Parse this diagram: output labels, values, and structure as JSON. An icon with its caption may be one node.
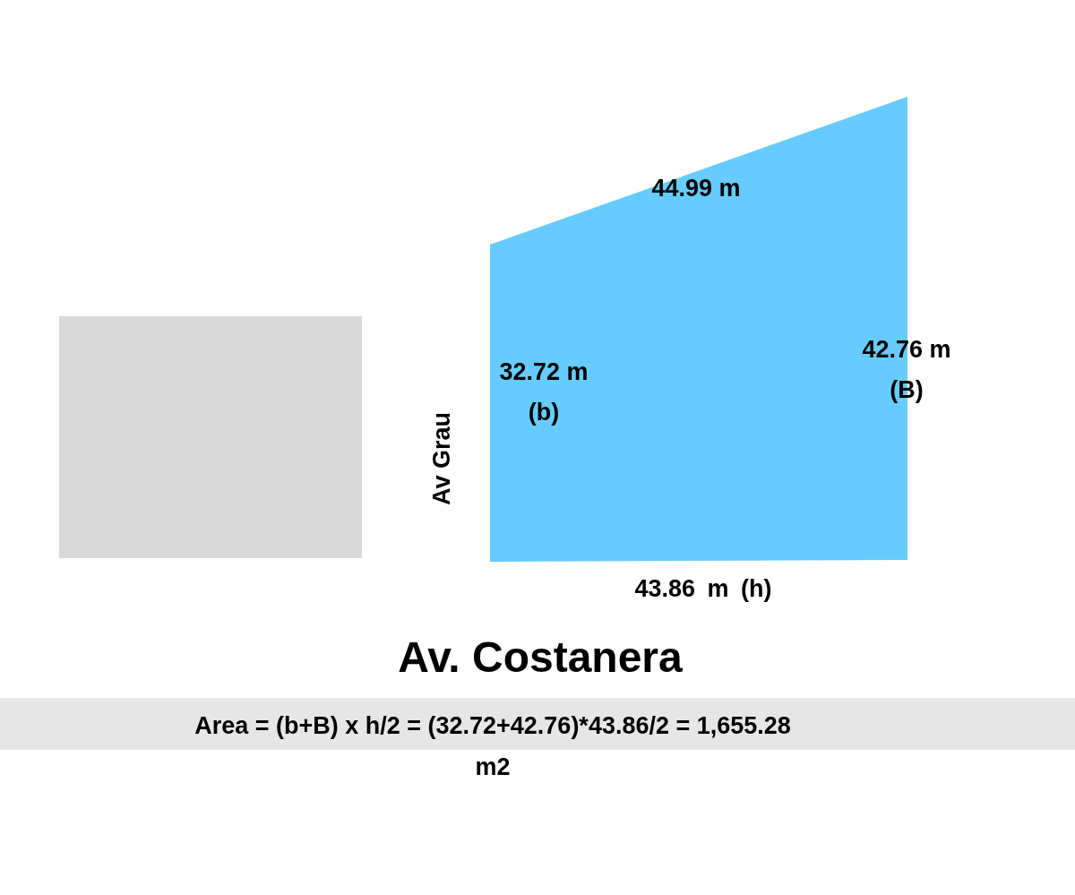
{
  "diagram": {
    "nodes": [
      {
        "text": [],
        "shape": "box"
      },
      {
        "text": [
          "44.99 m",
          "32.72 m (b)",
          "42.76 m (B)"
        ],
        "beside": [
          "43.86 m (h)"
        ]
      },
      {
        "text": [
          "Area = (b+B) x h/2 = (32.72+42.76)*43.86/2 = 1,655.28 m2"
        ]
      }
    ],
    "edges": [],
    "labels": [
      "Av Grau",
      "Av. Costanera"
    ]
  }
}
